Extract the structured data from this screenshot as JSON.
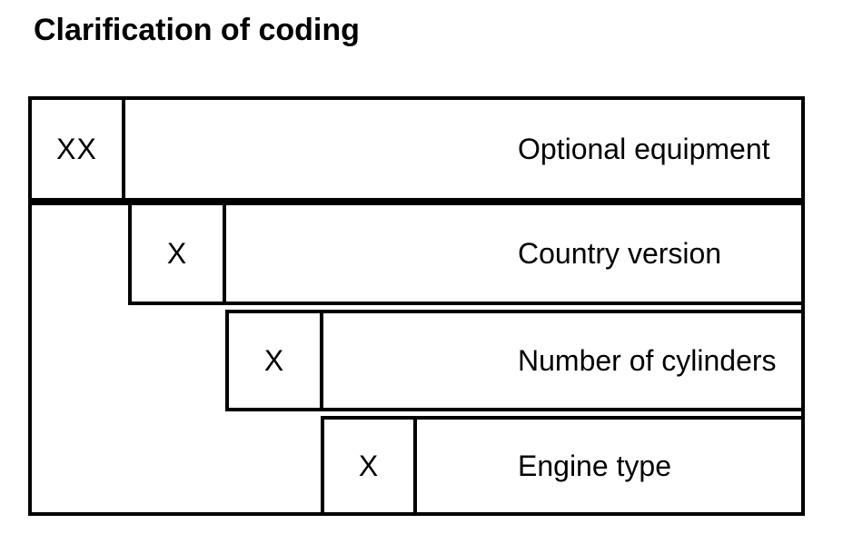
{
  "title": "Clarification of coding",
  "diagram": {
    "rows": [
      {
        "code": "XX",
        "label": "Optional equipment"
      },
      {
        "code": "X",
        "label": "Country version"
      },
      {
        "code": "X",
        "label": "Number of cylinders"
      },
      {
        "code": "X",
        "label": "Engine type"
      }
    ]
  },
  "colors": {
    "line": "#000000",
    "background": "#ffffff",
    "text": "#000000"
  }
}
